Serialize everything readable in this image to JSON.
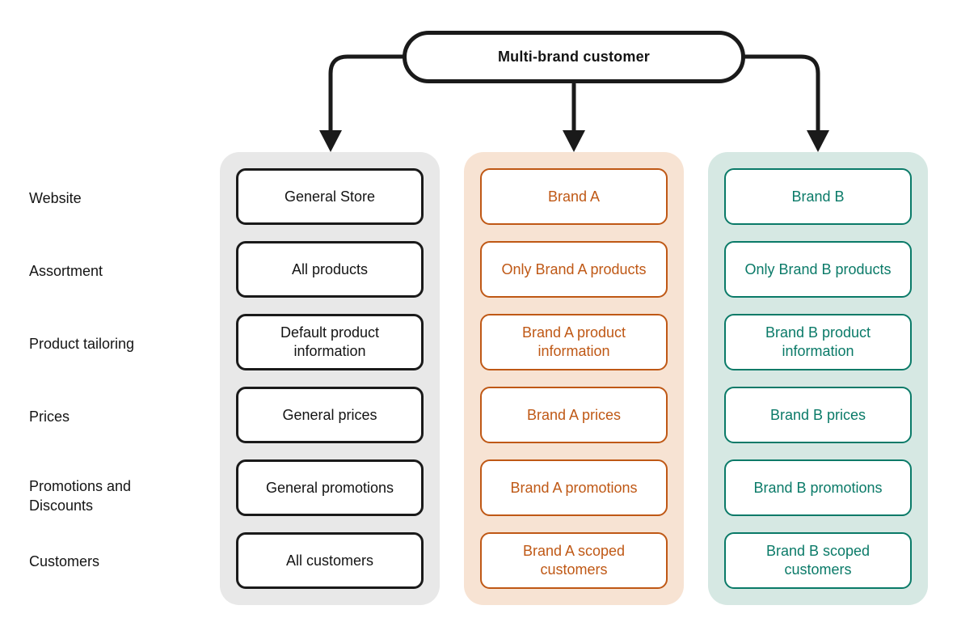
{
  "root": {
    "label": "Multi-brand customer"
  },
  "row_labels": [
    "Website",
    "Assortment",
    "Product tailoring",
    "Prices",
    "Promotions and Discounts",
    "Customers"
  ],
  "columns": [
    {
      "id": "general-store",
      "accent_color": "#1a1a1a",
      "background_color": "#e8e8e8",
      "boxes": [
        "General Store",
        "All products",
        "Default product information",
        "General prices",
        "General promotions",
        "All customers"
      ]
    },
    {
      "id": "brand-a",
      "accent_color": "#bf5815",
      "background_color": "#f7e3d3",
      "boxes": [
        "Brand A",
        "Only Brand A products",
        "Brand A product information",
        "Brand A prices",
        "Brand A promotions",
        "Brand A scoped customers"
      ]
    },
    {
      "id": "brand-b",
      "accent_color": "#0a7a68",
      "background_color": "#d6e8e3",
      "boxes": [
        "Brand B",
        "Only Brand B products",
        "Brand B product information",
        "Brand B prices",
        "Brand B promotions",
        "Brand B scoped customers"
      ]
    }
  ],
  "connectors": {
    "color": "#1a1a1a",
    "style": "elbow-down-arrows"
  }
}
